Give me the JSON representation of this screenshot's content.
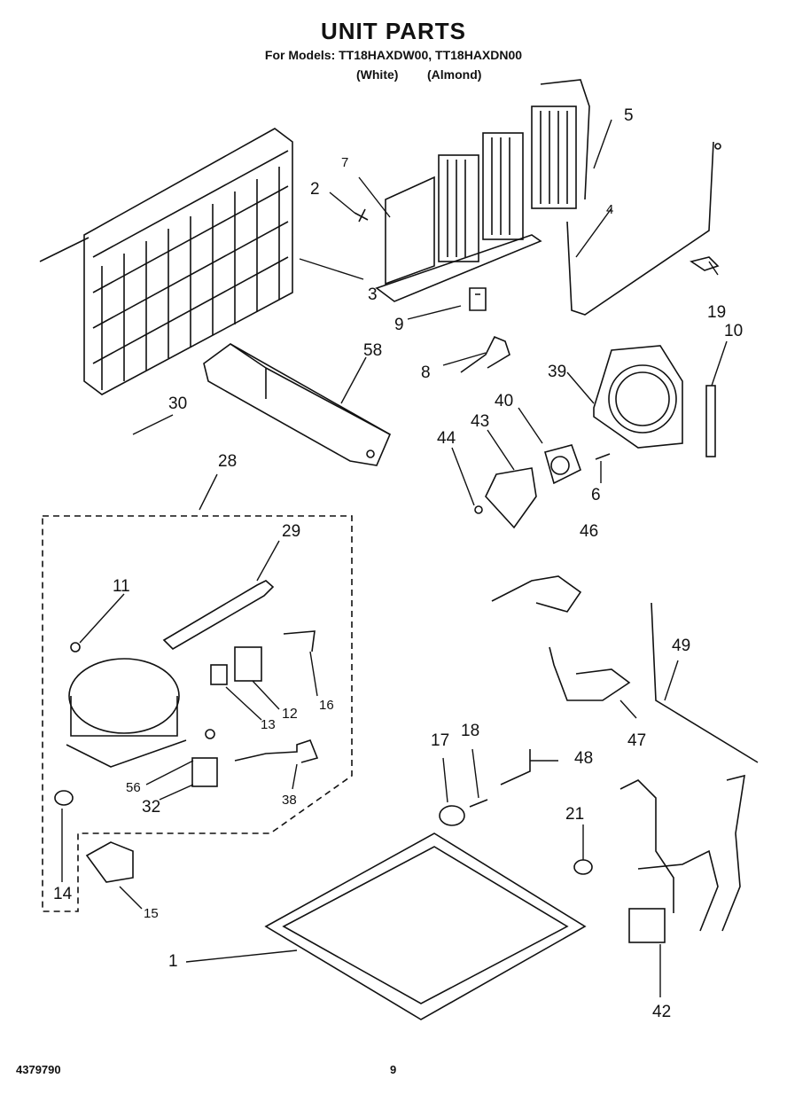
{
  "header": {
    "title": "UNIT PARTS",
    "models": "For Models: TT18HAXDW00, TT18HAXDN00",
    "variant_white": "(White)",
    "variant_almond": "(Almond)"
  },
  "callouts": [
    "1",
    "2",
    "3",
    "4",
    "5",
    "6",
    "7",
    "8",
    "9",
    "10",
    "11",
    "12",
    "13",
    "14",
    "15",
    "16",
    "17",
    "18",
    "19",
    "21",
    "28",
    "29",
    "30",
    "32",
    "38",
    "39",
    "40",
    "42",
    "43",
    "44",
    "46",
    "47",
    "48",
    "49",
    "56",
    "58"
  ],
  "footer": {
    "doc_number": "4379790",
    "page_number": "9"
  },
  "colors": {
    "line": "#111111",
    "background": "#ffffff"
  }
}
